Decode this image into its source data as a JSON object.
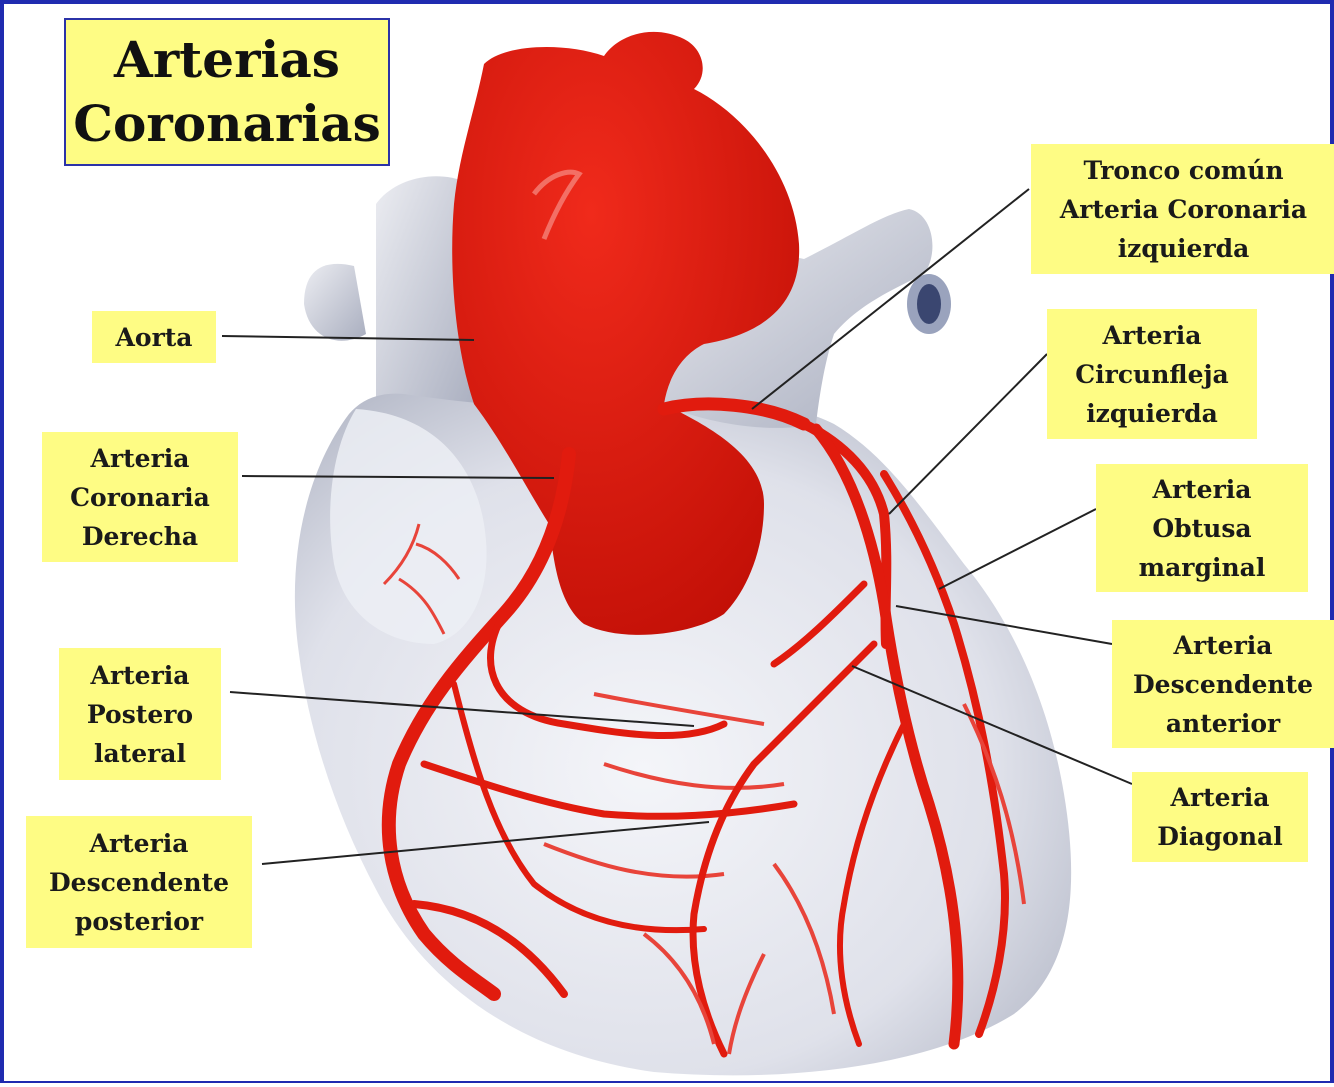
{
  "title": {
    "line1": "Arterias",
    "line2": "Coronarias"
  },
  "labels": {
    "aorta": [
      "Aorta"
    ],
    "right_coronary": [
      "Arteria",
      "Coronaria",
      "Derecha"
    ],
    "posterolateral": [
      "Arteria",
      "Postero",
      "lateral"
    ],
    "posterior_descending": [
      "Arteria",
      "Descendente",
      "posterior"
    ],
    "left_main": [
      "Tronco común",
      "Arteria Coronaria",
      "izquierda"
    ],
    "circumflex": [
      "Arteria",
      "Circunfleja",
      "izquierda"
    ],
    "obtuse_marginal": [
      "Arteria",
      "Obtusa",
      "marginal"
    ],
    "anterior_descending": [
      "Arteria",
      "Descendente",
      "anterior"
    ],
    "diagonal": [
      "Arteria",
      "Diagonal"
    ]
  },
  "colors": {
    "label_background": "#fefc84",
    "frame_border": "#1f2bb0",
    "artery_red": "#e11b0e",
    "heart_tissue": "#e4e6ee",
    "leader_line": "#222222"
  }
}
